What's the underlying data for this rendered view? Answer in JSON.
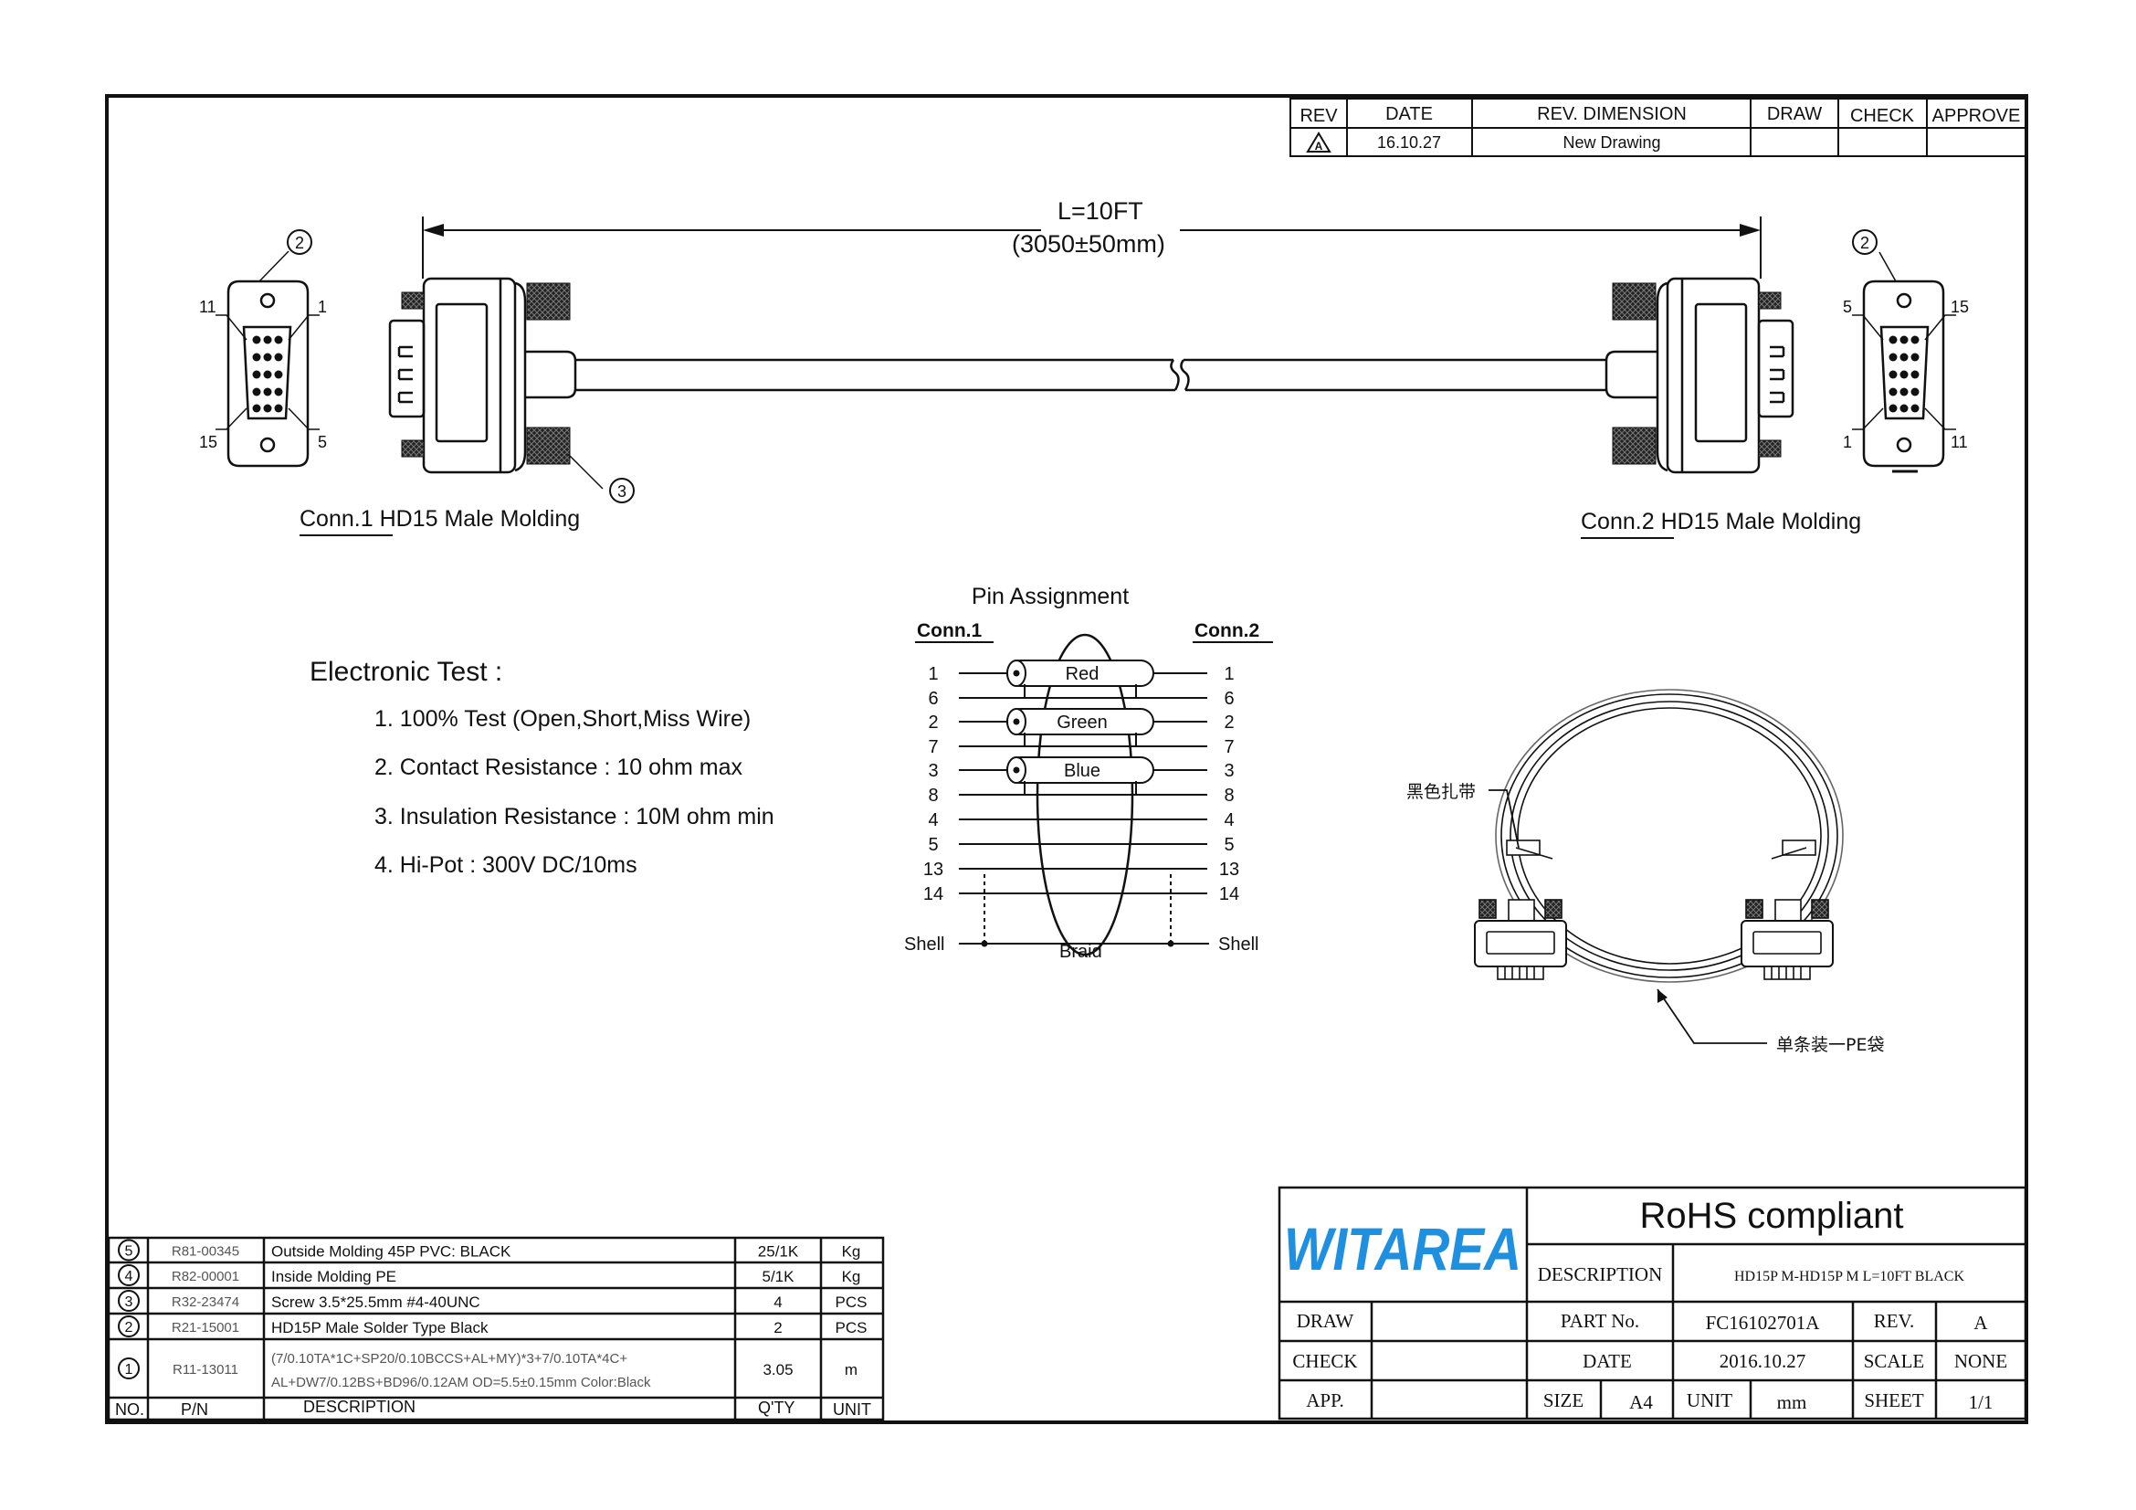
{
  "revision_block": {
    "headers": [
      "REV",
      "DATE",
      "REV. DIMENSION",
      "DRAW",
      "CHECK",
      "APPROVE"
    ],
    "rows": [
      {
        "rev": "A",
        "date": "16.10.27",
        "dimension": "New Drawing",
        "draw": "",
        "check": "",
        "approve": ""
      }
    ]
  },
  "cable": {
    "length": "L=10FT",
    "length_mm": "(3050±50mm)",
    "conn1_title_pre": "Conn.1",
    "conn1_title": "HD15 Male Molding",
    "conn2_title_pre": "Conn.2",
    "conn2_title": "HD15 Male Molding",
    "balloons": [
      "2",
      "3",
      "2"
    ],
    "conn1_pins": [
      "11",
      "1",
      "15",
      "5"
    ],
    "conn2_pins": [
      "5",
      "15",
      "1",
      "11"
    ]
  },
  "electronic_test": {
    "heading": "Electronic Test :",
    "items": [
      "1. 100% Test (Open,Short,Miss Wire)",
      "2. Contact Resistance : 10 ohm max",
      "3. Insulation Resistance : 10M ohm min",
      "4. Hi-Pot : 300V DC/10ms"
    ]
  },
  "pin_assignment": {
    "title": "Pin Assignment",
    "left_header": "Conn.1",
    "right_header": "Conn.2",
    "pins_left": [
      "1",
      "6",
      "2",
      "7",
      "3",
      "8",
      "4",
      "5",
      "13",
      "14"
    ],
    "pins_right": [
      "1",
      "6",
      "2",
      "7",
      "3",
      "8",
      "4",
      "5",
      "13",
      "14"
    ],
    "coax": [
      "Red",
      "Green",
      "Blue"
    ],
    "shell_left": "Shell",
    "shell_right": "Shell",
    "braid": "Braid"
  },
  "packaging": {
    "tie_label": "黑色扎带",
    "bag_label": "单条装一PE袋"
  },
  "bom": {
    "headers": [
      "NO.",
      "P/N",
      "DESCRIPTION",
      "Q'TY",
      "UNIT"
    ],
    "rows": [
      {
        "no": "5",
        "pn": "R81-00345",
        "desc": "Outside Molding 45P PVC: BLACK",
        "desc2": "",
        "qty": "25/1K",
        "unit": "Kg"
      },
      {
        "no": "4",
        "pn": "R82-00001",
        "desc": "Inside Molding PE",
        "desc2": "",
        "qty": "5/1K",
        "unit": "Kg"
      },
      {
        "no": "3",
        "pn": "R32-23474",
        "desc": "Screw 3.5*25.5mm #4-40UNC",
        "desc2": "",
        "qty": "4",
        "unit": "PCS"
      },
      {
        "no": "2",
        "pn": "R21-15001",
        "desc": "HD15P Male Solder Type  Black",
        "desc2": "",
        "qty": "2",
        "unit": "PCS"
      },
      {
        "no": "1",
        "pn": "R11-13011",
        "desc": "(7/0.10TA*1C+SP20/0.10BCCS+AL+MY)*3+7/0.10TA*4C+",
        "desc2": "AL+DW7/0.12BS+BD96/0.12AM OD=5.5±0.15mm Color:Black",
        "qty": "3.05",
        "unit": "m"
      }
    ]
  },
  "title_block": {
    "logo": "WITAREA",
    "rohs": "RoHS compliant",
    "description_label": "DESCRIPTION",
    "description": "HD15P M-HD15P M  L=10FT BLACK",
    "draw_label": "DRAW",
    "check_label": "CHECK",
    "app_label": "APP.",
    "part_no_label": "PART No.",
    "part_no": "FC16102701A",
    "rev_label": "REV.",
    "rev": "A",
    "date_label": "DATE",
    "date": "2016.10.27",
    "scale_label": "SCALE",
    "scale": "NONE",
    "size_label": "SIZE",
    "size": "A4",
    "unit_label": "UNIT",
    "unit": "mm",
    "sheet_label": "SHEET",
    "sheet": "1/1"
  },
  "colors": {
    "logo": "#1f8fe0",
    "line": "#111111"
  }
}
